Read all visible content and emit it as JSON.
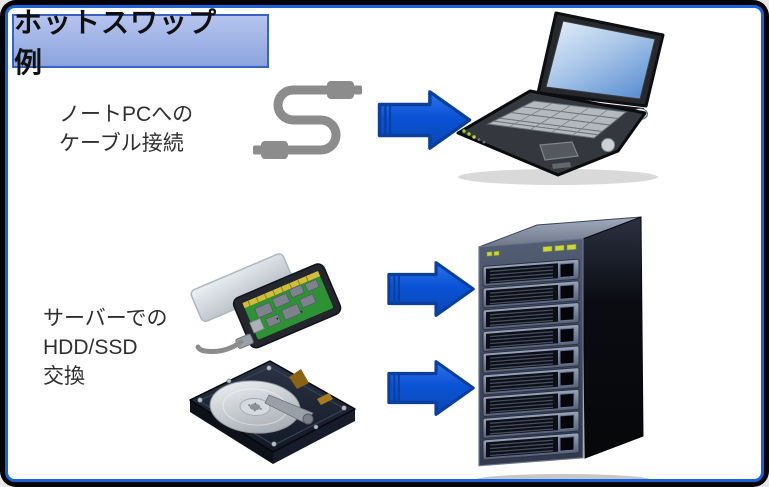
{
  "title": {
    "text": "ホットスワップ　例"
  },
  "sections": [
    {
      "id": "laptop-cable-connection",
      "label_lines": [
        "ノートPCへの",
        "ケーブル接続"
      ],
      "source_icon": "usb-cable-icon",
      "arrow_icon": "right-arrow-icon",
      "target_icon": "laptop-icon"
    },
    {
      "id": "server-drive-swap",
      "label_lines": [
        "サーバーでの",
        "HDD/SSD",
        "交換"
      ],
      "source_icons": [
        "ssd-icon",
        "hdd-icon"
      ],
      "arrow_icons": [
        "right-arrow-icon",
        "right-arrow-icon"
      ],
      "target_icon": "server-tower-icon"
    }
  ],
  "server": {
    "bay_count": 9,
    "led_count_left": 2,
    "led_count_right": 3
  },
  "colors": {
    "frame_border": "#020308",
    "frame_inner_line": "#1a63d6",
    "canvas_bg": "#ffffff",
    "title_bg_top": "#b6c4ee",
    "title_bg_bottom": "#8ba3dd",
    "title_border": "#3a62c4",
    "title_text": "#101010",
    "label_text": "#2f2f2f",
    "arrow_fill": "#0b53d6",
    "arrow_outline": "#0a3f9e",
    "cable_gray": "#8c8c8c",
    "laptop_screen_light": "#d9e8f8",
    "laptop_screen_dark": "#6e9cd8",
    "pcb_green": "#2f9135",
    "led_green": "#c9d63e"
  }
}
